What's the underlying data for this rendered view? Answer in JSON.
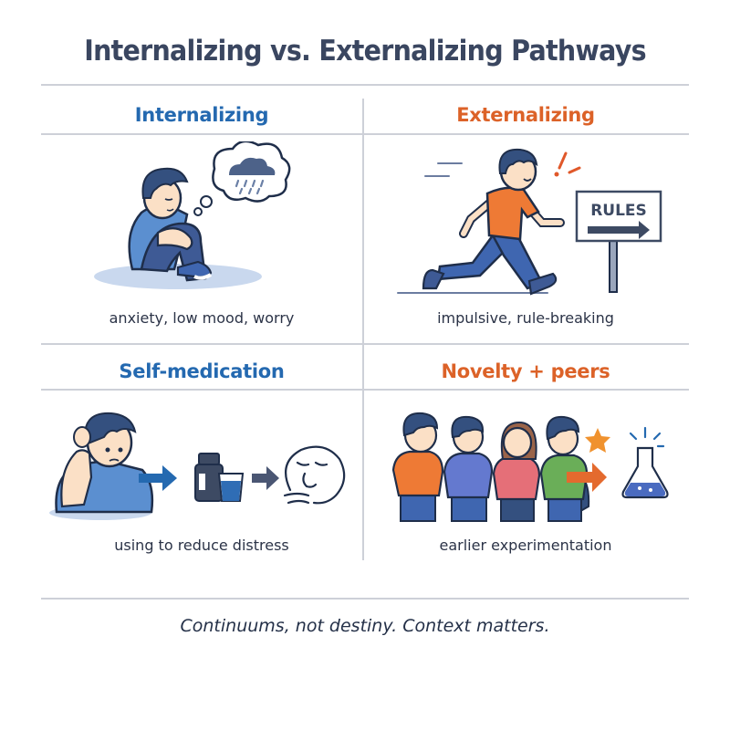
{
  "title": "Internalizing vs. Externalizing Pathways",
  "colors": {
    "internalizing_accent": "#2469b0",
    "externalizing_accent": "#dc6228",
    "title_text": "#3a4660",
    "divider": "#cdd0d8",
    "outline": "#1f2e4a",
    "shirt_blue": "#5b8fd0",
    "jeans": "#3e5a95",
    "orange": "#ee7a35"
  },
  "grid": {
    "cells": [
      {
        "heading": "Internalizing",
        "caption": "anxiety, low mood, worry",
        "illustration": [
          "sad-sitting-child-icon",
          "thought-bubble-icon",
          "rain-cloud-icon"
        ]
      },
      {
        "heading": "Externalizing",
        "caption": "impulsive, rule-breaking",
        "illustration": [
          "running-child-icon",
          "exclamation-icon",
          "rules-sign-icon"
        ],
        "sign_text": "RULES"
      },
      {
        "heading": "Self-medication",
        "caption": "using to reduce distress",
        "illustration": [
          "distressed-child-icon",
          "arrow-right-icon",
          "pill-bottle-icon",
          "glass-icon",
          "arrow-right-icon",
          "relieved-face-icon"
        ]
      },
      {
        "heading": "Novelty + peers",
        "caption": "earlier experimentation",
        "illustration": [
          "peer-group-icon",
          "star-icon",
          "arrow-right-icon",
          "flask-icon"
        ]
      }
    ]
  },
  "footer": "Continuums, not destiny. Context matters."
}
